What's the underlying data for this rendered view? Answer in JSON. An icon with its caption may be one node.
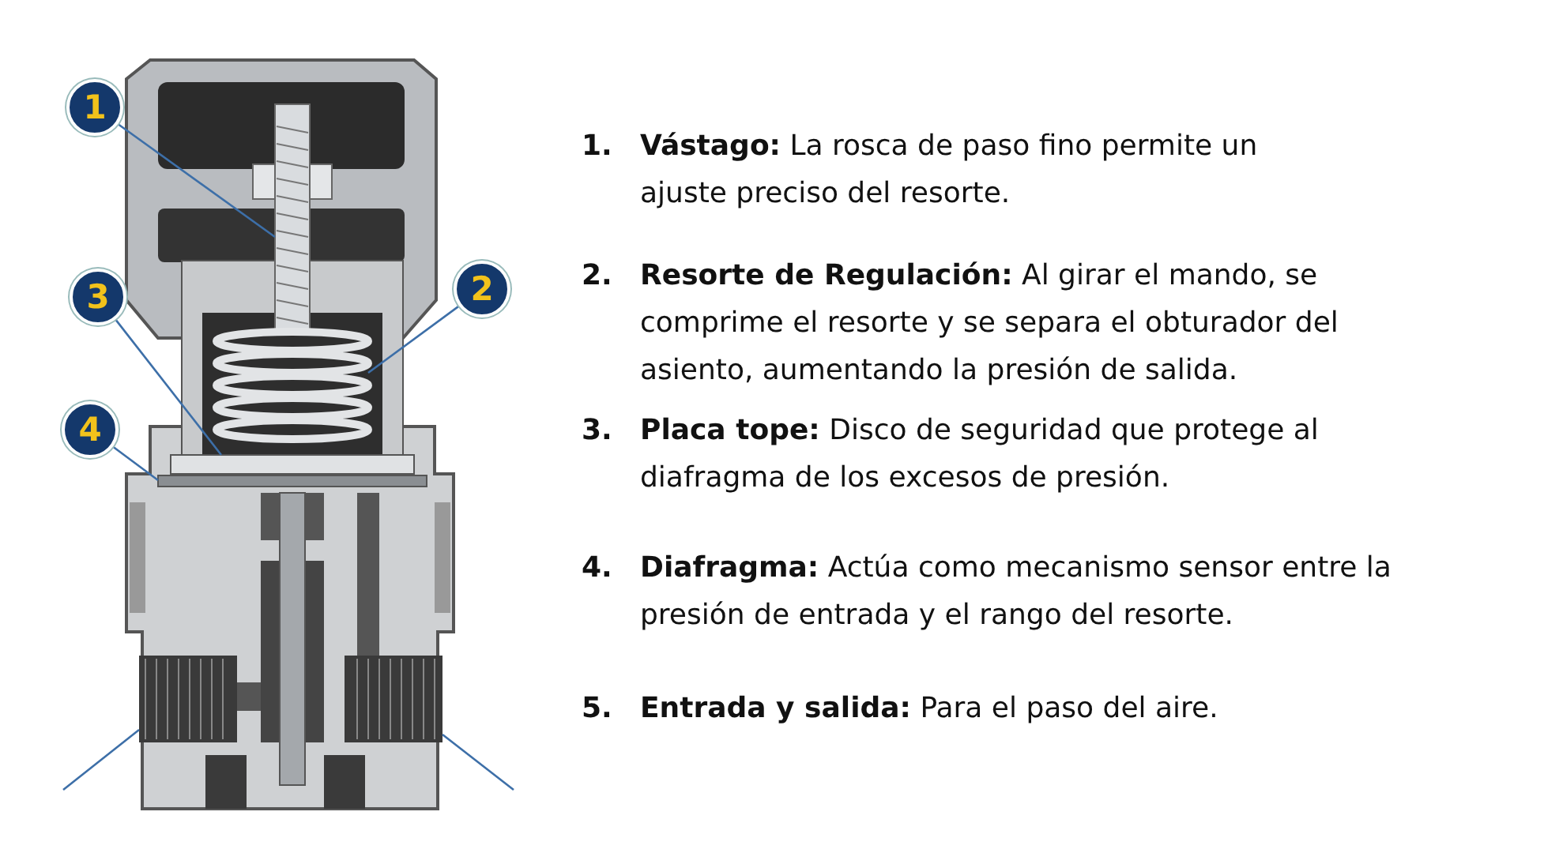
{
  "diagram": {
    "nodes": [
      {
        "text": [
          "1"
        ]
      },
      {
        "text": [],
        "shape": "picture"
      },
      {
        "text": [
          "2"
        ]
      },
      {
        "text": [],
        "shape": "picture"
      },
      {
        "text": [
          "3"
        ]
      },
      {
        "text": [],
        "shape": "bar"
      },
      {
        "text": [
          "4"
        ]
      },
      {
        "text": [],
        "shape": "bar"
      },
      {
        "text": [],
        "shape": "picture"
      },
      {
        "text": [],
        "shape": "picture"
      }
    ],
    "edges": [
      {
        "from": 0,
        "to": 1,
        "arrow": "none"
      },
      {
        "from": 2,
        "to": 3,
        "arrow": "none"
      },
      {
        "from": 4,
        "to": 5,
        "arrow": "none"
      },
      {
        "from": 6,
        "to": 7,
        "arrow": "none"
      },
      {
        "from": null,
        "to": 8,
        "arrow": "none"
      },
      {
        "from": null,
        "to": 9,
        "arrow": "none"
      }
    ],
    "labels": [
      "1.",
      "**Vástago:** La rosca de paso fino permite un ajuste preciso del resorte.",
      "2.",
      "**Resorte de Regulación:** Al girar el mando, se comprime el resorte y se separa el obturador del asiento, aumentando la presión de salida.",
      "3.",
      "**Placa tope:** Disco de seguridad que protege al diafragma de los excesos de presión.",
      "4.",
      "**Diafragma:** Actúa como mecanismo sensor entre la presión de entrada y el rango del resorte.",
      "5.",
      "**Entrada y salida:** Para el paso del aire."
    ]
  }
}
